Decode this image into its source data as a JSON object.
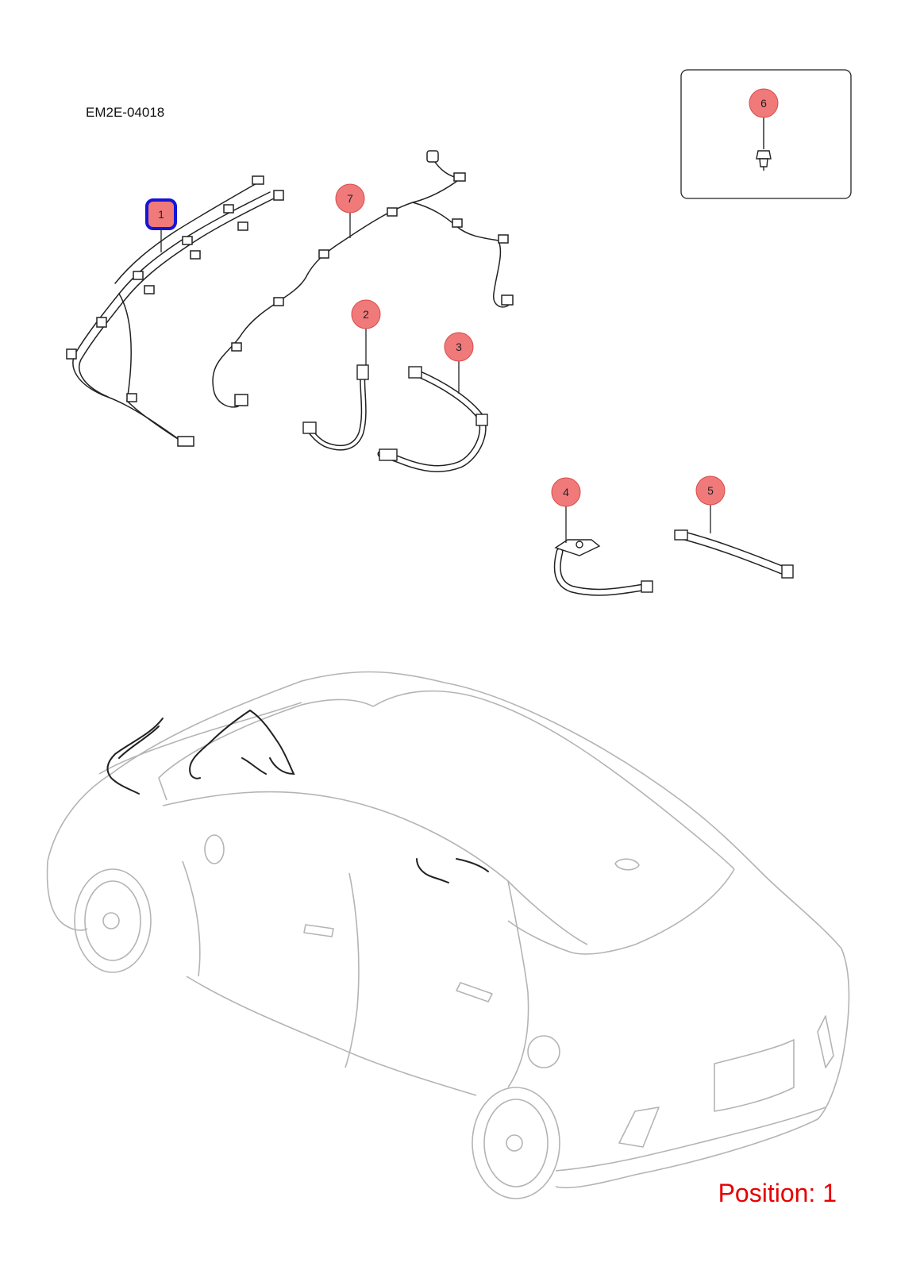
{
  "diagram_code": "EM2E-04018",
  "position_label": "Position: 1",
  "colors": {
    "callout_fill": "#f07a7a",
    "callout_stroke": "#d94a4a",
    "selected_stroke": "#1515d6",
    "position_text": "#e60000",
    "part_line": "#222222",
    "car_line": "#b4b4b4"
  },
  "callouts": [
    {
      "id": "1",
      "label": "1",
      "selected": true
    },
    {
      "id": "2",
      "label": "2",
      "selected": false
    },
    {
      "id": "3",
      "label": "3",
      "selected": false
    },
    {
      "id": "4",
      "label": "4",
      "selected": false
    },
    {
      "id": "5",
      "label": "5",
      "selected": false
    },
    {
      "id": "6",
      "label": "6",
      "selected": false
    },
    {
      "id": "7",
      "label": "7",
      "selected": false
    }
  ]
}
